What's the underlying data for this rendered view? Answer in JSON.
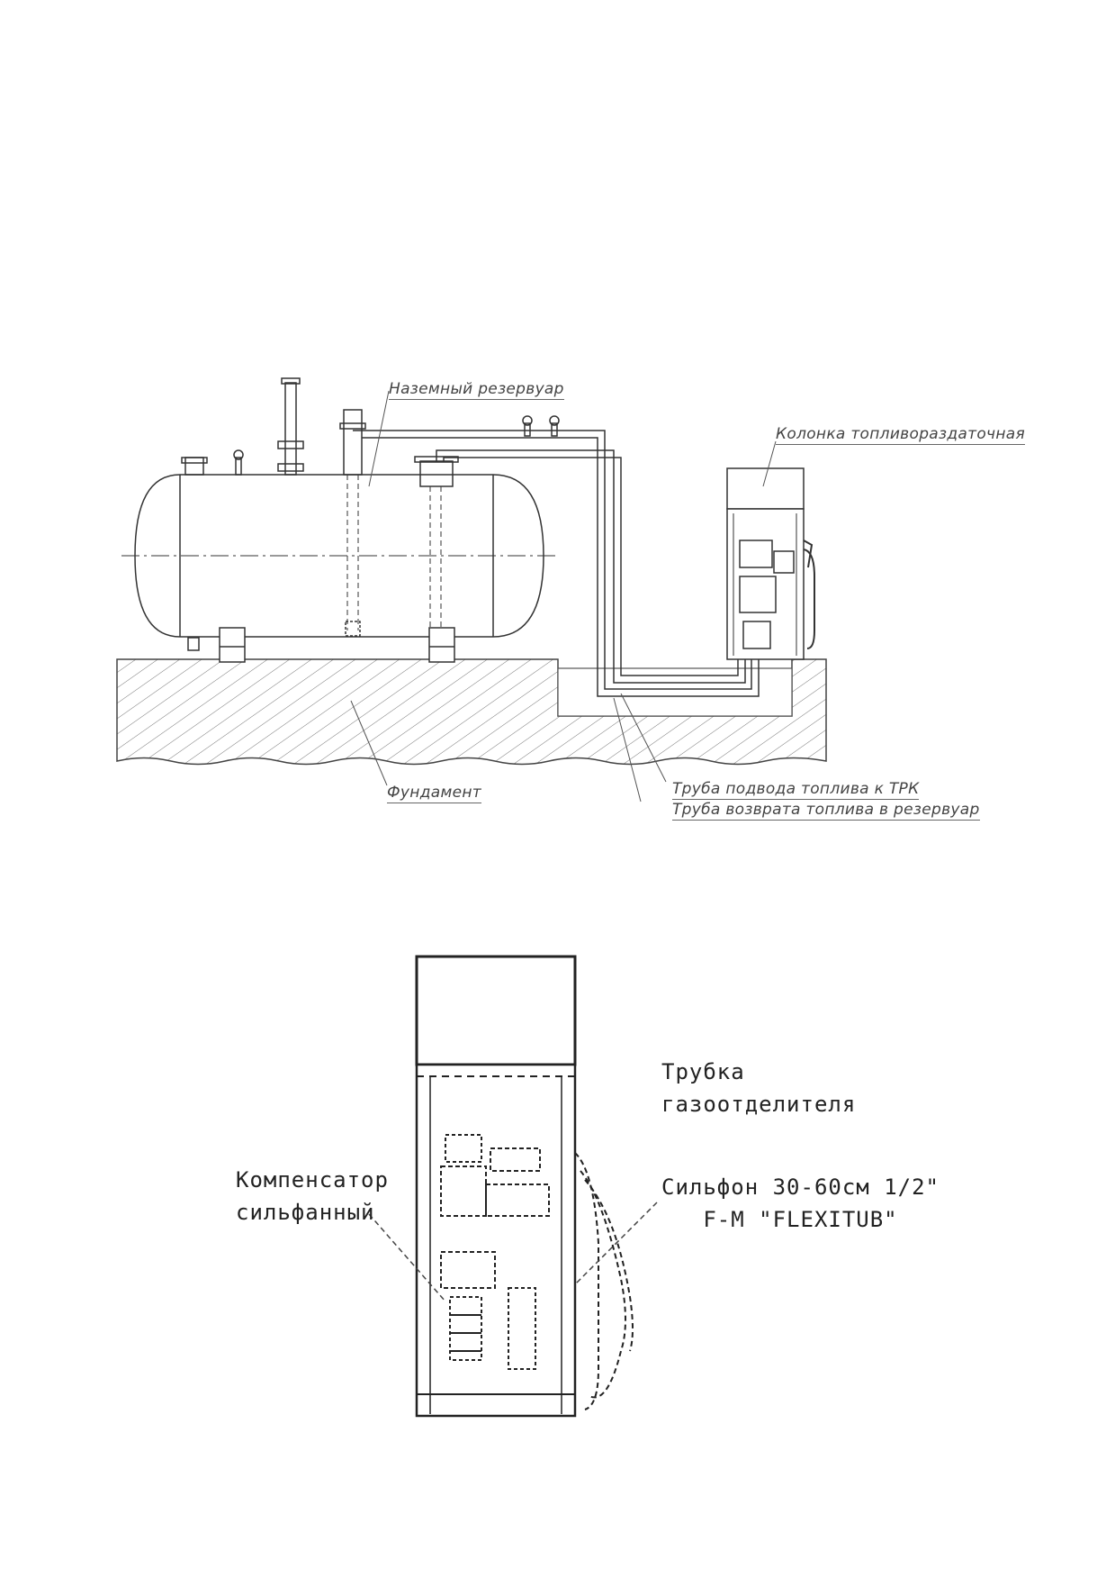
{
  "diagram1": {
    "labels": {
      "tank": "Наземный резервуар",
      "dispenser": "Колонка топливораздаточная",
      "foundation": "Фундамент",
      "supply_pipe": "Труба подвода топлива к ТРК",
      "return_pipe": "Труба возврата топлива в резервуар"
    }
  },
  "diagram2": {
    "labels": {
      "gas_tube_line1": "Трубка",
      "gas_tube_line2": "газоотделителя",
      "compensator_line1": "Компенсатор",
      "compensator_line2": "сильфанный",
      "bellows_line1": "Сильфон 30-60см 1/2\"",
      "bellows_line2": "F-M \"FLEXITUB\""
    }
  }
}
